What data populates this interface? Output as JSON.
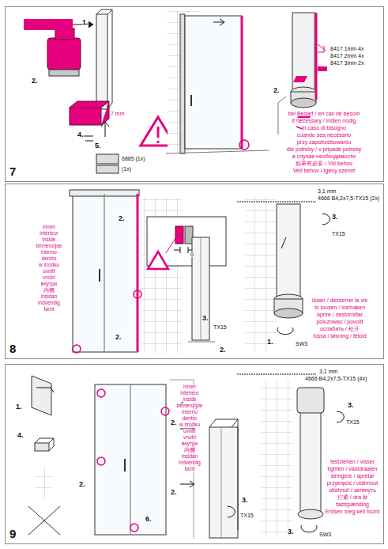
{
  "diagram": {
    "nodes": [
      {
        "text": [
          "7"
        ]
      },
      {
        "text": [
          "8"
        ]
      },
      {
        "text": [
          "9"
        ]
      }
    ],
    "labels": [
      "1.",
      "2.",
      "4.",
      "5.",
      "7 mm",
      "6885 (1x)",
      "(1x)",
      "2.",
      "8417 1mm 4x",
      "8417 2mm 4x",
      "8417 3mm 2x",
      "bei Bedarf / en cas de besoin",
      "if necessary / indien nodig",
      "in caso di bisogno",
      "cuando sea necesario",
      "przy zapotrzebowaniu",
      "dle potřeby / v pripade potreby",
      "в случае необходимости",
      "如果有必要 / Vid behov",
      "Ved behov / Igény szerint",
      "innen",
      "intérieur",
      "inside",
      "binnenzijde",
      "interno",
      "dentro",
      "w środku",
      "uvnitř",
      "vnútri",
      "внутри",
      "内侧",
      "insidan",
      "indvendig",
      "bent",
      "3,1 mm",
      "4666 B4,2x7,5-TX15 (2x)",
      "2.",
      "0",
      "3.",
      "TX15",
      "3.",
      "TX15",
      "2.",
      "2.",
      "1.",
      "SW3",
      "lösen / desserrer la vis",
      "to loosen / losmaken",
      "aprire / destornillar",
      "poluzować / povolit",
      "ослабить / 松开",
      "lossa / løsning / felold",
      "1.",
      "4.",
      "2.",
      "2.",
      "2.",
      "6.",
      "3,1 mm",
      "4666 B4,2x7,5-TX15 (4x)",
      "3.",
      "TX15",
      "3.",
      "TX15",
      "3.",
      "SW3",
      "innen",
      "intérieur",
      "inside",
      "binnenzijde",
      "interno",
      "dentro",
      "w środku",
      "uvnitř",
      "vnútri",
      "внутри",
      "内侧",
      "insidan",
      "indvendig",
      "bent",
      "festziehen / visser",
      "tighten / vastdraaien",
      "stringere / apretar",
      "przykręcić / utáhnout",
      "utiahnuť / затянуть",
      "拧紧 / dra åt",
      "fastspænding",
      "Erősen meg kell húzni"
    ]
  }
}
